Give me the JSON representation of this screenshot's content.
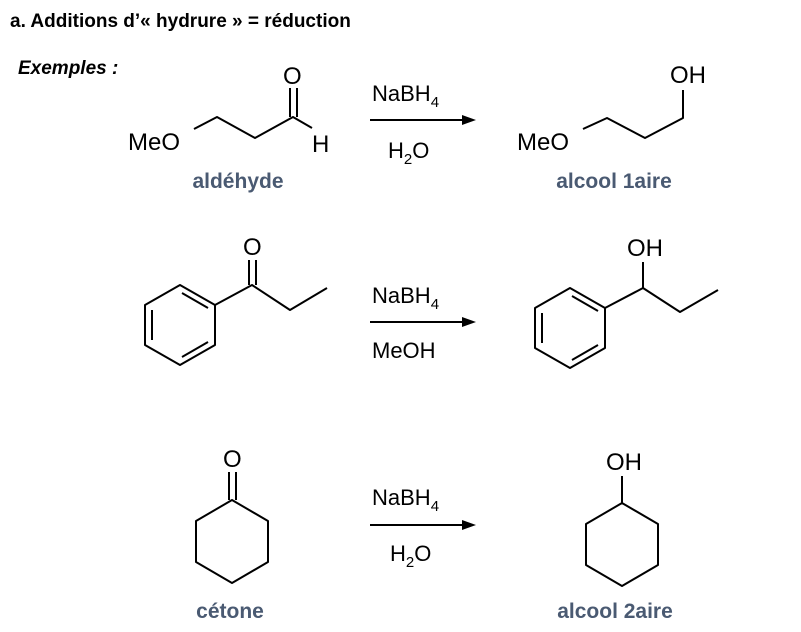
{
  "heading": "a. Additions d’« hydrure » = réduction",
  "examples_label": "Exemples :",
  "reactions": [
    {
      "reactant_atoms": {
        "meo": "MeO",
        "o": "O",
        "h": "H"
      },
      "reagent": "NaBH",
      "reagent_sub": "4",
      "solvent_a": "H",
      "solvent_sub": "2",
      "solvent_b": "O",
      "product_atoms": {
        "meo": "MeO",
        "oh": "OH"
      },
      "reactant_label": "aldéhyde",
      "product_label": "alcool 1aire"
    },
    {
      "reactant_atoms": {
        "o": "O"
      },
      "reagent": "NaBH",
      "reagent_sub": "4",
      "solvent": "MeOH",
      "product_atoms": {
        "oh": "OH"
      }
    },
    {
      "reactant_atoms": {
        "o": "O"
      },
      "reagent": "NaBH",
      "reagent_sub": "4",
      "solvent_a": "H",
      "solvent_sub": "2",
      "solvent_b": "O",
      "product_atoms": {
        "oh": "OH"
      },
      "reactant_label": "cétone",
      "product_label": "alcool 2aire"
    }
  ],
  "colors": {
    "label": "#4a5a72"
  }
}
